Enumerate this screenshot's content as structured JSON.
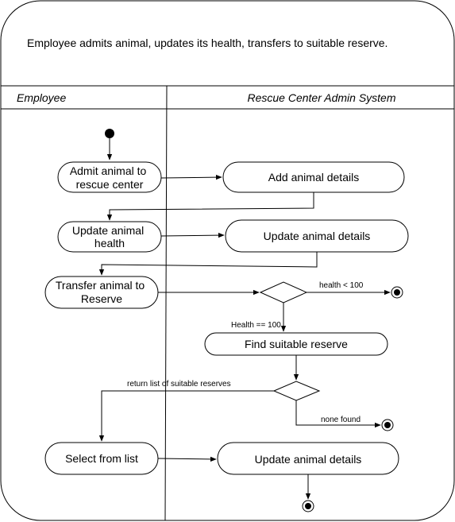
{
  "diagram": {
    "description_text": "Employee admits animal, updates its health, transfers to suitable reserve.",
    "lanes": {
      "left": "Employee",
      "right": "Rescue Center Admin System"
    },
    "employee_actions": {
      "admit": [
        "Admit animal to",
        "rescue center"
      ],
      "update_health": [
        "Update animal",
        "health"
      ],
      "transfer": [
        "Transfer animal to",
        "Reserve"
      ],
      "select": "Select from list"
    },
    "system_actions": {
      "add_details": "Add animal details",
      "update_details_1": "Update animal details",
      "find_reserve": "Find suitable reserve",
      "update_details_2": "Update animal details"
    },
    "guards": {
      "health_low": "health < 100",
      "health_full": "Health == 100",
      "return_list": "return list of suitable reserves",
      "none_found": "none found"
    },
    "colors": {
      "stroke": "#000000",
      "background": "#ffffff"
    }
  }
}
